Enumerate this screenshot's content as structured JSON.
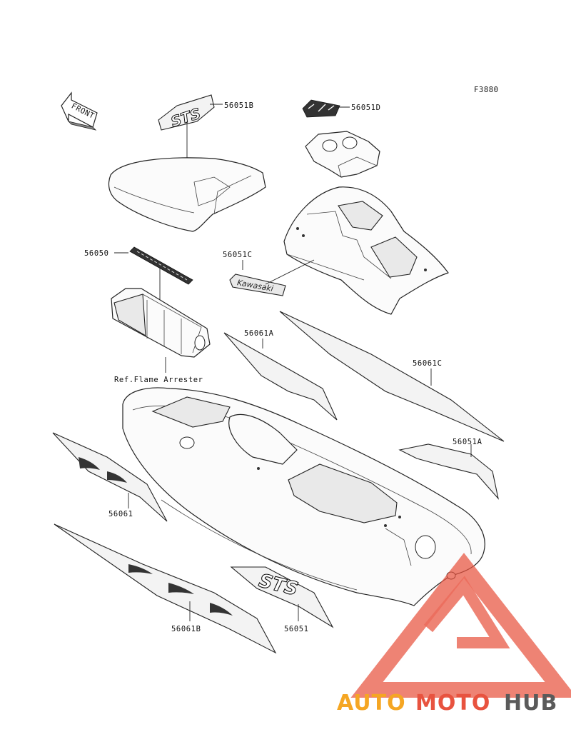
{
  "figure_code": "F3880",
  "front_arrow_label": "FRONT",
  "ref_note": "Ref.Flame Arrester",
  "parts": {
    "p56051B": "56051B",
    "p56051D": "56051D",
    "p56050": "56050",
    "p56051C": "56051C",
    "p56061A": "56061A",
    "p56061C": "56061C",
    "p56051A": "56051A",
    "p56061": "56061",
    "p56061B": "56061B",
    "p56051": "56051"
  },
  "decal_text": {
    "sts_logo": "STS",
    "kawasaki_logo": "Kawasaki"
  },
  "watermark": {
    "part1": "AUTO",
    "part2": "MOTO",
    "part3": "HUB",
    "color_orange": "#f5a623",
    "color_red": "#e8533f",
    "color_grey": "#5a5a5a"
  }
}
